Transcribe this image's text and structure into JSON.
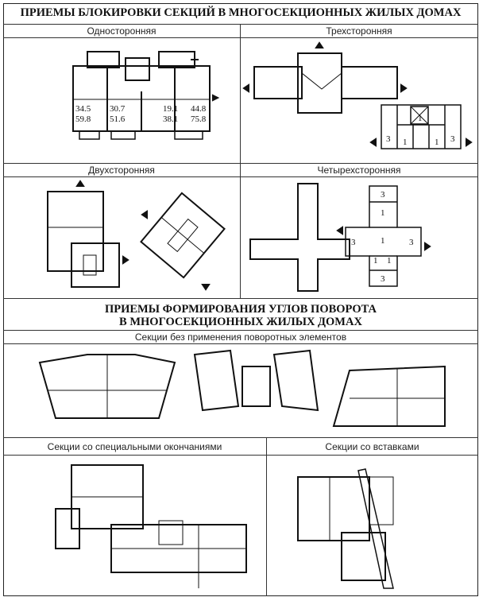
{
  "section1": {
    "title": "ПРИЕМЫ БЛОКИРОВКИ СЕКЦИЙ В МНОГОСЕКЦИОННЫХ ЖИЛЫХ ДОМАХ",
    "panels": [
      {
        "label": "Односторонняя",
        "areas": [
          [
            "34.5",
            "59.8"
          ],
          [
            "30.7",
            "51.6"
          ],
          [
            "19.1",
            "38.1"
          ],
          [
            "44.8",
            "75.8"
          ]
        ]
      },
      {
        "label": "Трехсторонняя",
        "scheme": [
          "3",
          "1",
          "1",
          "1",
          "3"
        ]
      },
      {
        "label": "Двухсторонняя"
      },
      {
        "label": "Четырехсторонняя",
        "scheme": [
          "3",
          "1",
          "1",
          "3",
          "3",
          "1",
          "1",
          "3"
        ]
      }
    ]
  },
  "section2": {
    "title_line1": "ПРИЕМЫ ФОРМИРОВАНИЯ УГЛОВ ПОВОРОТА",
    "title_line2": "В МНОГОСЕКЦИОННЫХ ЖИЛЫХ ДОМАХ",
    "panels": [
      {
        "label": "Секции без применения поворотных элементов"
      },
      {
        "label": "Секции со специальными окончаниями"
      },
      {
        "label": "Секции со вставками"
      }
    ]
  }
}
